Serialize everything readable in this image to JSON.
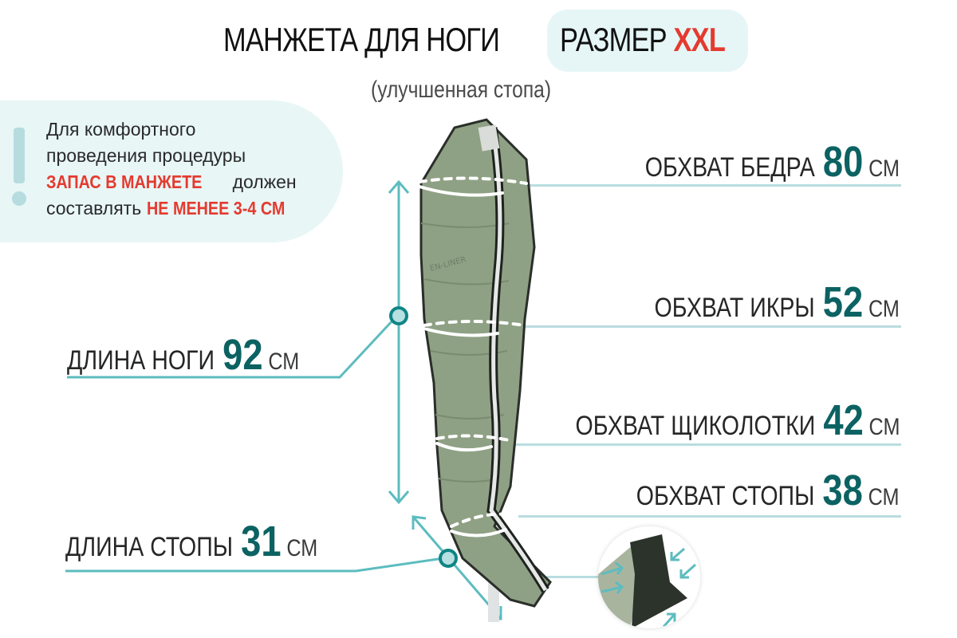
{
  "header": {
    "title": "МАНЖЕТА ДЛЯ НОГИ",
    "size_label": "РАЗМЕР",
    "size_value": "XXL",
    "subtitle": "(улучшенная стопа)"
  },
  "note": {
    "icon": "exclamation-icon",
    "line1": "Для комфортного",
    "line2": "проведения процедуры",
    "line3_highlight": "ЗАПАС В МАНЖЕТЕ",
    "line3_rest": " должен",
    "line4_start": "составлять ",
    "line4_highlight": "НЕ МЕНЕЕ 3-4 СМ"
  },
  "measurements": {
    "thigh": {
      "name": "ОБХВАТ БЕДРА",
      "value": "80",
      "unit": "СМ"
    },
    "calf": {
      "name": "ОБХВАТ ИКРЫ",
      "value": "52",
      "unit": "СМ"
    },
    "ankle": {
      "name": "ОБХВАТ ЩИКОЛОТКИ",
      "value": "42",
      "unit": "СМ"
    },
    "foot": {
      "name": "ОБХВАТ СТОПЫ",
      "value": "38",
      "unit": "СМ"
    },
    "leg_length": {
      "name": "ДЛИНА НОГИ",
      "value": "92",
      "unit": "СМ"
    },
    "foot_length": {
      "name": "ДЛИНА СТОПЫ",
      "value": "31",
      "unit": "СМ"
    }
  },
  "colors": {
    "accent_red": "#e53a2f",
    "value_teal": "#0c6262",
    "line_teal": "#5cbcbf",
    "line_light": "#b9dde0",
    "bubble_bg": "#e8f6f6",
    "sleeve_green": "#8fa184"
  },
  "product": {
    "image": "leg-cuff-sleeve-image",
    "inset": "foot-detail-inset-image"
  }
}
